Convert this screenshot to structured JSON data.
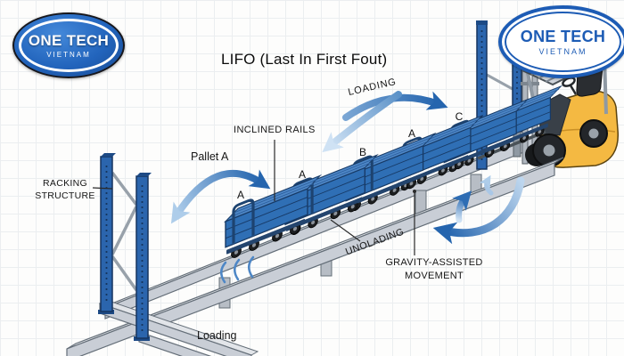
{
  "title": "LIFO (Last In First Fout)",
  "logos": {
    "left": {
      "name": "ONE TECH",
      "sub": "VIETNAM"
    },
    "right": {
      "name": "ONE TECH",
      "sub": "VIETNAM"
    }
  },
  "labels": {
    "loading_top": "LOADING",
    "inclined_rails": "INCLINED RAILS",
    "pallet_a": "Pallet A",
    "racking_1": "RACKING",
    "racking_2": "STRUCTURE",
    "unloading": "UNOLADING",
    "gravity_1": "GRAVITY-ASSISTED",
    "gravity_2": "MOVEMENT",
    "loading_bottom": "Loading"
  },
  "pallet_labels": [
    "A",
    "A",
    "B",
    "A",
    "C"
  ],
  "colors": {
    "accent_blue": "#2e6db4",
    "rack_blue": "#2b65ad",
    "pallet_blue": "#2f6fb5",
    "rail_gray": "#c9ced6",
    "forklift_yellow": "#f4b942",
    "deck_yellow": "#d9a62e"
  }
}
